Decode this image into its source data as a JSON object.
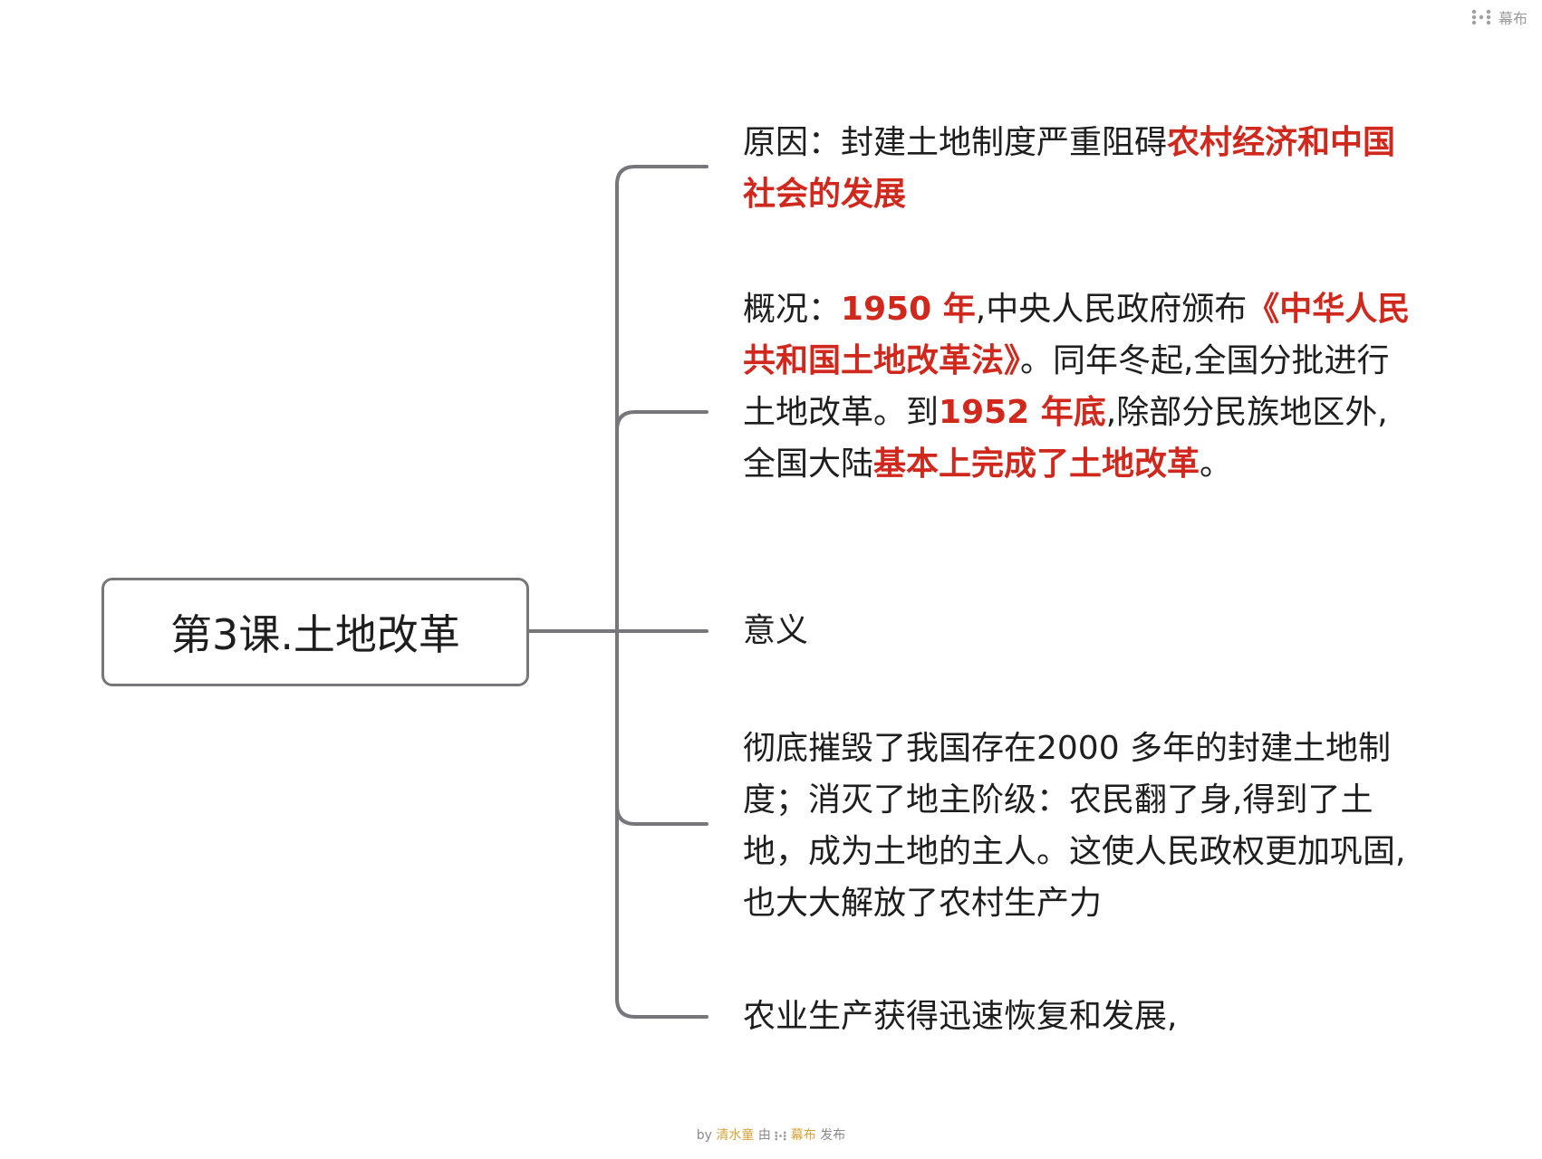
{
  "header": {
    "logo_icon": "mubu-logo-icon",
    "logo_text": "幕布"
  },
  "root": {
    "title": "第3课.土地改革"
  },
  "branches": [
    {
      "id": "cause",
      "segments": [
        {
          "text": "原因：封建土地制度严重阻碍",
          "highlight": false
        },
        {
          "text": "农村经济和中国社会的发展",
          "highlight": true
        }
      ]
    },
    {
      "id": "overview",
      "segments": [
        {
          "text": "概况：",
          "highlight": false
        },
        {
          "text": "1950 年",
          "highlight": true
        },
        {
          "text": ",中央人民政府颁布",
          "highlight": false
        },
        {
          "text": "《中华人民共和国土地改革法》",
          "highlight": true
        },
        {
          "text": "。同年冬起,全国分批进行土地改革。到",
          "highlight": false
        },
        {
          "text": "1952 年底",
          "highlight": true
        },
        {
          "text": ",除部分民族地区外,全国大陆",
          "highlight": false
        },
        {
          "text": "基本上完成了土地改革",
          "highlight": true
        },
        {
          "text": "。",
          "highlight": false
        }
      ]
    },
    {
      "id": "significance",
      "segments": [
        {
          "text": "意义",
          "highlight": false
        }
      ]
    },
    {
      "id": "significance-detail",
      "segments": [
        {
          "text": "彻底摧毁了我国存在2000 多年的封建土地制度；消灭了地主阶级：农民翻了身,得到了土地，成为土地的主人。这使人民政权更加巩固,也大大解放了农村生产力",
          "highlight": false
        }
      ]
    },
    {
      "id": "agriculture",
      "segments": [
        {
          "text": "农业生产获得迅速恢复和发展,",
          "highlight": false
        }
      ]
    }
  ],
  "footer": {
    "by": "by",
    "author": "清水童",
    "via": "由",
    "brand": "幕布",
    "published": "发布"
  },
  "colors": {
    "text": "#1e1e1e",
    "highlight": "#d0281c",
    "connector": "#77777b",
    "footer_accent": "#d8a23a",
    "footer_text": "#8a8a8a"
  }
}
